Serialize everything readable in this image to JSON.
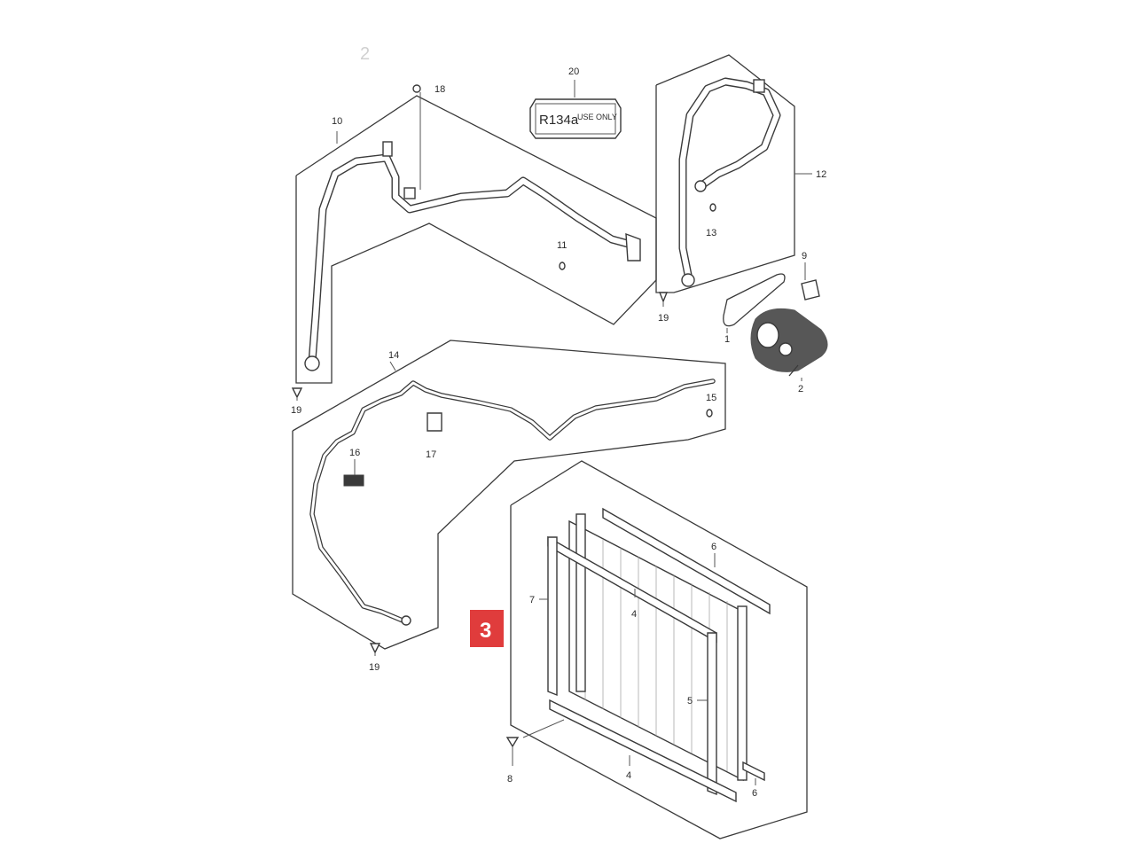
{
  "page_marker": "2",
  "badge": {
    "label": "3",
    "color": "#e03c3c"
  },
  "sticker": {
    "part": "R134a",
    "text": "USE ONLY"
  },
  "callouts": {
    "c1": "1",
    "c2": "2",
    "c4a": "4",
    "c4b": "4",
    "c5": "5",
    "c6a": "6",
    "c6b": "6",
    "c7": "7",
    "c8": "8",
    "c9": "9",
    "c10": "10",
    "c11": "11",
    "c12": "12",
    "c13": "13",
    "c14": "14",
    "c15": "15",
    "c16": "16",
    "c17": "17",
    "c18": "18",
    "c19a": "19",
    "c19b": "19",
    "c19c": "19",
    "c20": "20"
  }
}
